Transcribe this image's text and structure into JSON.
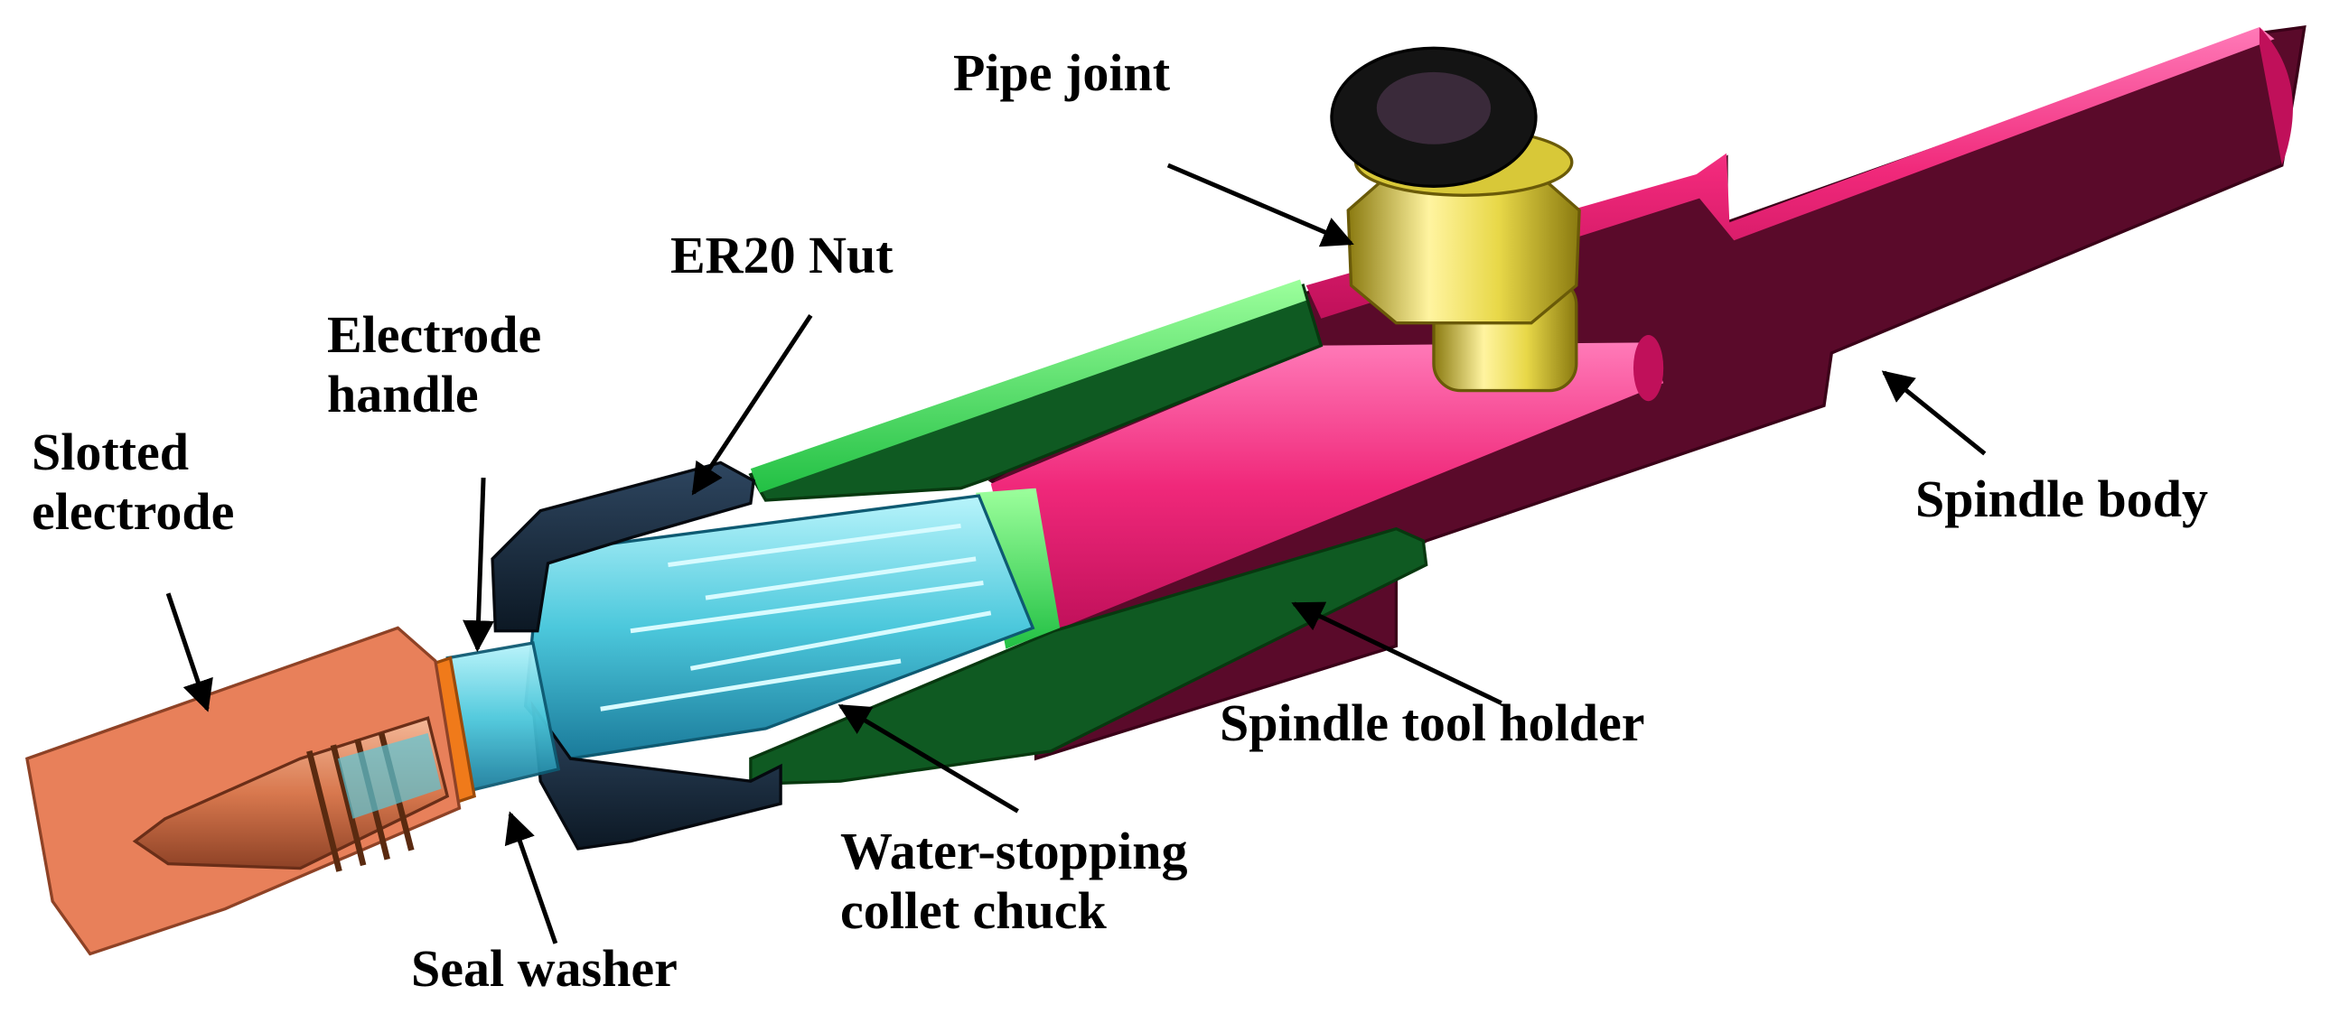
{
  "labels": {
    "pipe_joint": "Pipe joint",
    "er20_nut": "ER20 Nut",
    "electrode_handle": [
      "Electrode",
      "handle"
    ],
    "slotted_electrode": [
      "Slotted",
      "electrode"
    ],
    "spindle_body": "Spindle body",
    "spindle_tool_holder": "Spindle tool holder",
    "water_stopping_collet_chuck": [
      "Water-stopping",
      "collet chuck"
    ],
    "seal_washer": "Seal washer"
  },
  "colors": {
    "spindle_body_face": "#5a0a2a",
    "spindle_body_surface": "#f0287a",
    "tool_holder_face": "#0f5a22",
    "tool_holder_surface": "#3cf05a",
    "nut": "#18293a",
    "collet": "#58d8e8",
    "electrode": "#e8805a",
    "seal_washer": "#f07a1a",
    "pipe_joint": "#e8d848",
    "pipe_joint_ring": "#141414",
    "label_text": "#000000"
  }
}
